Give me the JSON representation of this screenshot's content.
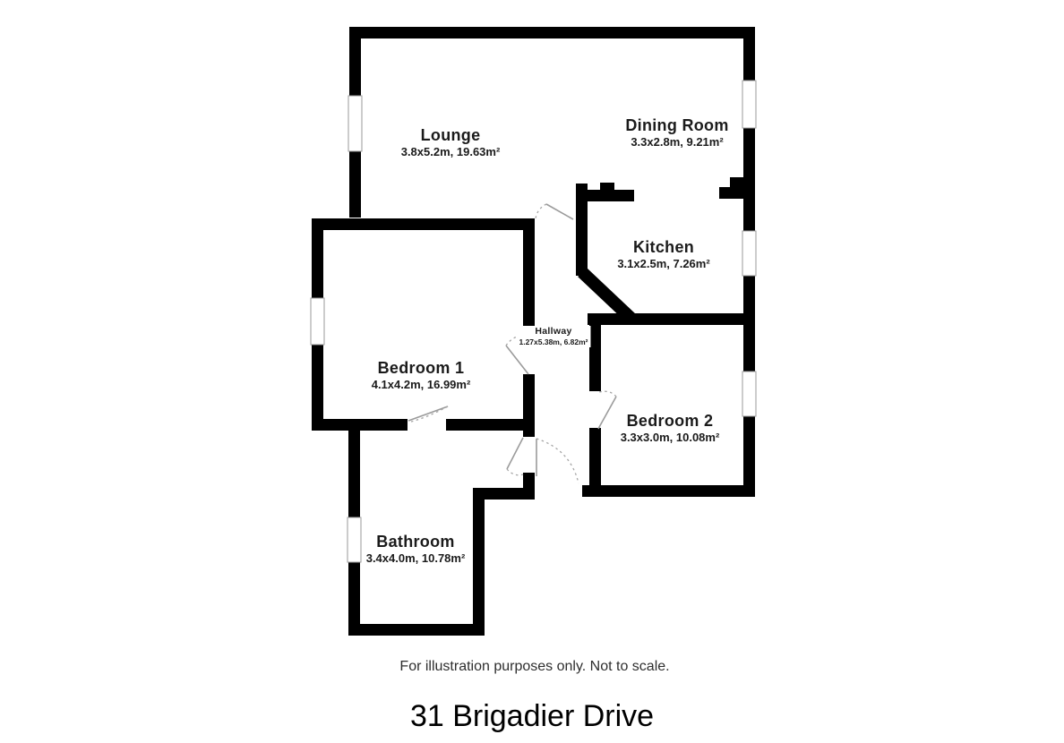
{
  "page": {
    "title": "31 Brigadier Drive",
    "disclaimer": "For illustration purposes only. Not to scale."
  },
  "colors": {
    "background": "#ffffff",
    "wall": "#000000",
    "door": "#9b9b9b",
    "window_border": "#9a9a9a",
    "text": "#1b1b1b"
  },
  "rooms": [
    {
      "id": "lounge",
      "name": "Lounge",
      "dims": "3.8x5.2m, 19.63m²"
    },
    {
      "id": "dining",
      "name": "Dining Room",
      "dims": "3.3x2.8m, 9.21m²"
    },
    {
      "id": "kitchen",
      "name": "Kitchen",
      "dims": "3.1x2.5m, 7.26m²"
    },
    {
      "id": "bedroom1",
      "name": "Bedroom 1",
      "dims": "4.1x4.2m, 16.99m²"
    },
    {
      "id": "hallway",
      "name": "Hallway",
      "dims": "1.27x5.38m, 6.82m²"
    },
    {
      "id": "bedroom2",
      "name": "Bedroom 2",
      "dims": "3.3x3.0m, 10.08m²"
    },
    {
      "id": "bathroom",
      "name": "Bathroom",
      "dims": "3.4x4.0m, 10.78m²"
    }
  ],
  "features": {
    "windows": 6,
    "doors": 6
  }
}
